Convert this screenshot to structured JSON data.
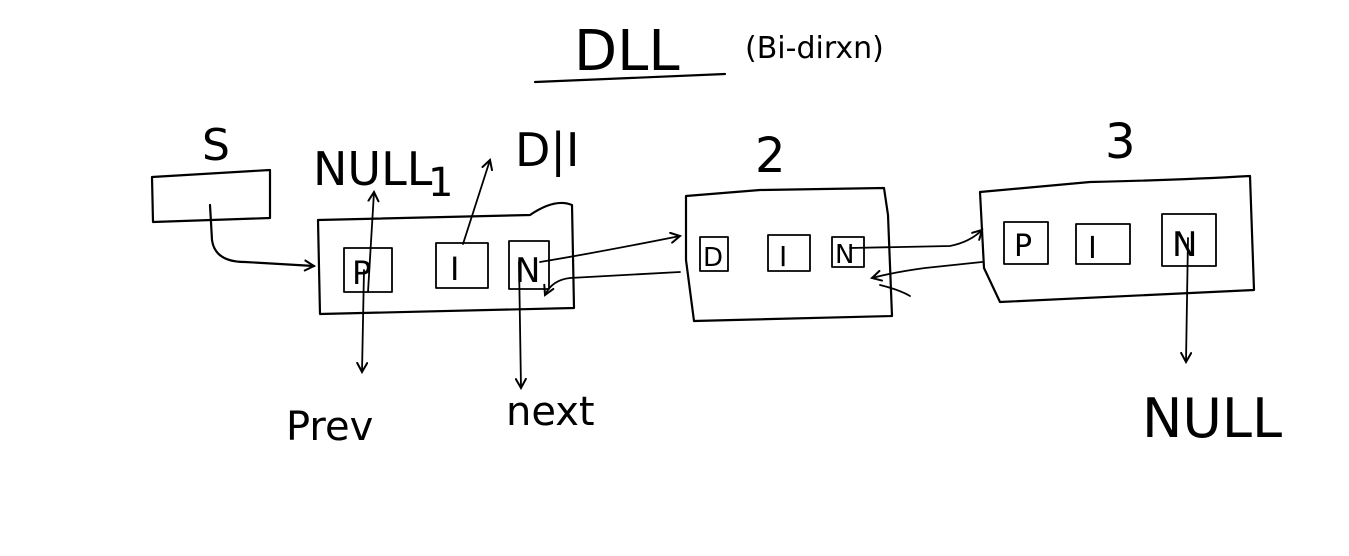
{
  "title": {
    "main": "DLL",
    "sub": "(Bi-dirxn)"
  },
  "start_pointer": {
    "label": "S"
  },
  "null_labels": {
    "head_prev": "NULL",
    "tail_next": "NULL"
  },
  "pointer_labels": {
    "prev": "Prev",
    "next": "next"
  },
  "nodes": [
    {
      "label": "1",
      "annotation": "D|I",
      "fields": [
        "P",
        "I",
        "N"
      ]
    },
    {
      "label": "2",
      "fields": [
        "D",
        "I",
        "N"
      ]
    },
    {
      "label": "3",
      "fields": [
        "P",
        "I",
        "N"
      ]
    }
  ]
}
